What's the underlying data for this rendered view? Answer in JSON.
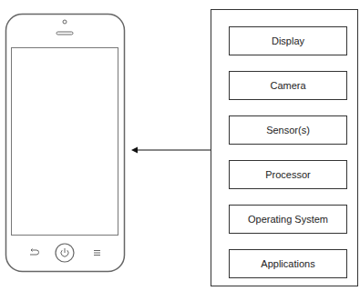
{
  "diagram": {
    "nodes": [
      {
        "text": [
          "Display"
        ]
      },
      {
        "text": [
          "Camera"
        ]
      },
      {
        "text": [
          "Sensor(s)"
        ]
      },
      {
        "text": [
          "Processor"
        ]
      },
      {
        "text": [
          "Operating System"
        ]
      },
      {
        "text": [
          "Applications"
        ]
      }
    ]
  }
}
